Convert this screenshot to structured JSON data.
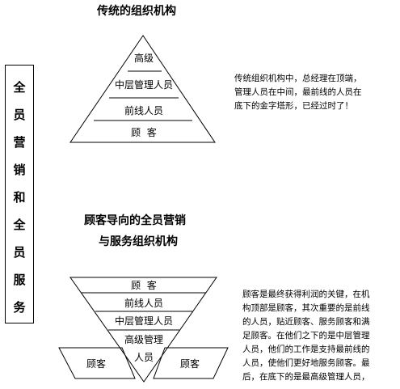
{
  "traditional": {
    "title": "传统的组织机构",
    "levels": [
      "高级",
      "中层管理人员",
      "前线人员",
      "顾  客"
    ],
    "description_lines": [
      "传统组织机构中，总经理在顶端，",
      "管理人员在中间，最前线的人员在",
      "底下的金字塔形，已经过时了！"
    ]
  },
  "side_label": [
    "全",
    "员",
    "营",
    "销",
    "和",
    "全",
    "员",
    "服",
    "务"
  ],
  "customer_oriented": {
    "title_line1": "顾客导向的全员营销",
    "title_line2": "与服务组织机构",
    "levels": [
      "顾  客",
      "前线人员",
      "中层管理人员",
      "高级管理",
      "人员"
    ],
    "side_customers": [
      "顾客",
      "顾客"
    ],
    "description_lines": [
      "顾客是最终获得利润的关键，在机",
      "构顶部是顾客，其次重要的是前线",
      "的人员，贴近顾客、服务顾客和满",
      "足顾客。在他们之下的是中层管理",
      "人员，他们的工作是支持最前线的",
      "人员，使他们更好地服务顾客。最",
      "后，在底下的是最高级管理人员，"
    ]
  }
}
